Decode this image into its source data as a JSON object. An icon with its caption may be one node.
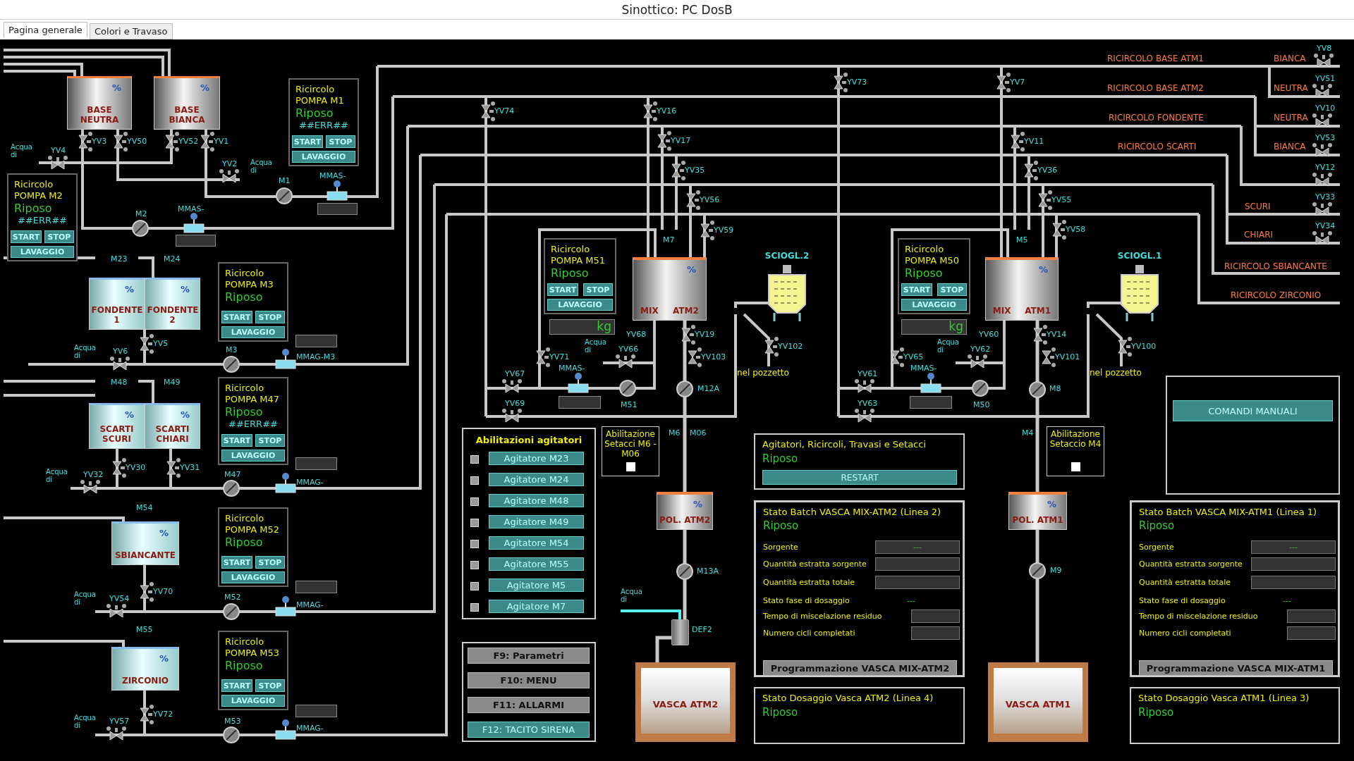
{
  "diagram": {
    "title": "Sinottico: PC DosB",
    "nodes": [
      {
        "text": [
          "%",
          "BASE NEUTRA"
        ]
      },
      {
        "text": [
          "%",
          "BASE BIANCA"
        ]
      },
      {
        "text": [
          "Ricircolo POMPA M1",
          "Riposo",
          "##ERR##"
        ]
      },
      {
        "text": [
          "START"
        ],
        "in": 2
      },
      {
        "text": [
          "STOP"
        ],
        "in": 2
      },
      {
        "text": [
          "LAVAGGIO"
        ],
        "in": 2
      },
      {
        "text": [
          "Ricircolo POMPA M2",
          "Riposo",
          "##ERR##"
        ]
      },
      {
        "text": [
          "START"
        ],
        "in": 6
      },
      {
        "text": [
          "STOP"
        ],
        "in": 6
      },
      {
        "text": [
          "LAVAGGIO"
        ],
        "in": 6
      },
      {
        "text": [
          "%",
          "FONDENTE 1"
        ]
      },
      {
        "text": [
          "%",
          "FONDENTE 2"
        ]
      },
      {
        "text": [
          "Ricircolo POMPA M3",
          "Riposo"
        ]
      },
      {
        "text": [
          "START"
        ],
        "in": 12
      },
      {
        "text": [
          "STOP"
        ],
        "in": 12
      },
      {
        "text": [
          "LAVAGGIO"
        ],
        "in": 12
      },
      {
        "text": [
          "%",
          "SCARTI SCURI"
        ]
      },
      {
        "text": [
          "%",
          "SCARTI CHIARI"
        ]
      },
      {
        "text": [
          "Ricircolo POMPA M47",
          "Riposo",
          "##ERR##"
        ]
      },
      {
        "text": [
          "START"
        ],
        "in": 18
      },
      {
        "text": [
          "STOP"
        ],
        "in": 18
      },
      {
        "text": [
          "LAVAGGIO"
        ],
        "in": 18
      },
      {
        "text": [
          "%",
          "SBIANCANTE"
        ]
      },
      {
        "text": [
          "Ricircolo POMPA M52",
          "Riposo"
        ]
      },
      {
        "text": [
          "START"
        ],
        "in": 23
      },
      {
        "text": [
          "STOP"
        ],
        "in": 23
      },
      {
        "text": [
          "LAVAGGIO"
        ],
        "in": 23
      },
      {
        "text": [
          "%",
          "ZIRCONIO"
        ]
      },
      {
        "text": [
          "Ricircolo POMPA M53",
          "Riposo"
        ]
      },
      {
        "text": [
          "START"
        ],
        "in": 28
      },
      {
        "text": [
          "STOP"
        ],
        "in": 28
      },
      {
        "text": [
          "LAVAGGIO"
        ],
        "in": 28
      },
      {
        "text": [
          "Ricircolo POMPA M51",
          "Riposo"
        ]
      },
      {
        "text": [
          "START"
        ],
        "in": 32
      },
      {
        "text": [
          "STOP"
        ],
        "in": 32
      },
      {
        "text": [
          "LAVAGGIO"
        ],
        "in": 32
      },
      {
        "text": [
          "kg"
        ]
      },
      {
        "text": [
          "%",
          "MIX",
          "ATM2"
        ]
      },
      {
        "text": [
          "SCIOGL.2"
        ]
      },
      {
        "text": [
          "Ricircolo POMPA M50",
          "Riposo"
        ]
      },
      {
        "text": [
          "START"
        ],
        "in": 39
      },
      {
        "text": [
          "STOP"
        ],
        "in": 39
      },
      {
        "text": [
          "LAVAGGIO"
        ],
        "in": 39
      },
      {
        "text": [
          "kg"
        ]
      },
      {
        "text": [
          "%",
          "MIX",
          "ATM1"
        ]
      },
      {
        "text": [
          "SCIOGL.1"
        ]
      },
      {
        "text": [
          "Abilitazioni agitatori"
        ]
      },
      {
        "text": [
          "Agitatore M23"
        ],
        "in": 46
      },
      {
        "text": [
          "Agitatore M24"
        ],
        "in": 46
      },
      {
        "text": [
          "Agitatore M48"
        ],
        "in": 46
      },
      {
        "text": [
          "Agitatore M49"
        ],
        "in": 46
      },
      {
        "text": [
          "Agitatore M54"
        ],
        "in": 46
      },
      {
        "text": [
          "Agitatore M55"
        ],
        "in": 46
      },
      {
        "text": [
          "Agitatore M5"
        ],
        "in": 46
      },
      {
        "text": [
          "Agitatore M7"
        ],
        "in": 46
      },
      {
        "text": [
          "Abilitazione Setacci M6 - M06"
        ]
      },
      {
        "text": [
          "Agitatori, Ricircoli, Travasi e Setacci",
          "Riposo"
        ]
      },
      {
        "text": [
          "RESTART"
        ],
        "in": 56
      },
      {
        "text": [
          "Abilitazione Setaccio M4"
        ]
      },
      {
        "text": [],
        "shape": "box"
      },
      {
        "text": [
          "COMANDI MANUALI"
        ],
        "in": 59
      },
      {
        "text": [
          "%",
          "POL. ATM2"
        ]
      },
      {
        "text": [
          "%",
          "POL. ATM1"
        ]
      },
      {
        "text": [
          "Stato Batch VASCA MIX-ATM2 (Linea 2)",
          "Riposo",
          "Sorgente",
          "---",
          "Quantità estratta sorgente",
          "Quantità estratta totale",
          "Stato fase di dosaggio",
          "---",
          "Tempo di miscelazione residuo",
          "Numero cicli completati"
        ]
      },
      {
        "text": [
          "Programmazione VASCA MIX-ATM2"
        ],
        "in": 63
      },
      {
        "text": [
          "Stato Batch VASCA MIX-ATM1 (Linea 1)",
          "Riposo",
          "Sorgente",
          "---",
          "Quantità estratta sorgente",
          "Quantità estratta totale",
          "Stato fase di dosaggio",
          "---",
          "Tempo di miscelazione residuo",
          "Numero cicli completati"
        ]
      },
      {
        "text": [
          "Programmazione VASCA MIX-ATM1"
        ],
        "in": 65
      },
      {
        "text": [],
        "shape": "box",
        "beside": [
          "DEF2"
        ]
      },
      {
        "text": [],
        "shape": "box"
      },
      {
        "text": [
          "F9: Parametri"
        ],
        "in": 68
      },
      {
        "text": [
          "F10: MENU"
        ],
        "in": 68
      },
      {
        "text": [
          "F11: ALLARMI"
        ],
        "in": 68
      },
      {
        "text": [
          "F12: TACITO SIRENA"
        ],
        "in": 68
      },
      {
        "text": [
          "VASCA ATM2"
        ]
      },
      {
        "text": [
          "Stato Dosaggio Vasca ATM2 (Linea 4)",
          "Riposo"
        ]
      },
      {
        "text": [
          "VASCA ATM1"
        ]
      },
      {
        "text": [
          "Stato Dosaggio Vasca ATM1 (Linea 3)",
          "Riposo"
        ]
      }
    ],
    "edges": [
      {
        "from": 37,
        "to": 61,
        "arrow": "none"
      },
      {
        "from": 61,
        "to": 67,
        "arrow": "none"
      },
      {
        "from": 67,
        "to": 73,
        "arrow": "none"
      },
      {
        "from": 44,
        "to": 62,
        "arrow": "none"
      },
      {
        "from": 62,
        "to": 75,
        "arrow": "none"
      }
    ],
    "labels": [
      "Pagina generale",
      "Colori e Travaso",
      "Acqua di",
      "YV4",
      "YV3",
      "YV50",
      "YV52",
      "YV1",
      "YV2",
      "Acqua di",
      "M1",
      "MMAS-",
      "M2",
      "MMAS-",
      "M23",
      "M24",
      "YV5",
      "Acqua di",
      "YV6",
      "M3",
      "MMAG-M3",
      "M48",
      "M49",
      "YV30",
      "YV31",
      "Acqua di",
      "YV32",
      "M47",
      "MMAG-",
      "M54",
      "YV70",
      "Acqua di",
      "YV54",
      "M52",
      "MMAG-",
      "M55",
      "YV72",
      "Acqua di",
      "YV57",
      "M53",
      "MMAG-",
      "YV74",
      "YV16",
      "YV17",
      "YV35",
      "YV56",
      "YV59",
      "M7",
      "YV73",
      "YV7",
      "RICIRCOLO BASE ATM1",
      "BIANCA",
      "YV8",
      "RICIRCOLO BASE ATM2",
      "NEUTRA",
      "YV51",
      "RICIRCOLO FONDENTE",
      "NEUTRA",
      "YV10",
      "YV11",
      "RICIRCOLO SCARTI",
      "BIANCA",
      "YV53",
      "YV36",
      "YV12",
      "YV55",
      "SCURI",
      "YV33",
      "YV58",
      "CHIARI",
      "YV34",
      "M5",
      "RICIRCOLO SBIANCANTE",
      "RICIRCOLO ZIRCONIO",
      "YV68",
      "YV19",
      "YV102",
      "Acqua di",
      "YV66",
      "YV71",
      "YV103",
      "nel pozzetto",
      "MMAS-",
      "YV67",
      "M12A",
      "YV69",
      "M51",
      "YV60",
      "YV14",
      "YV100",
      "Acqua di",
      "YV62",
      "YV65",
      "YV101",
      "nel pozzetto",
      "MMAS-",
      "YV61",
      "M8",
      "YV63",
      "M50",
      "M6",
      "M06",
      "M4",
      "M13A",
      "Acqua di",
      "M9"
    ]
  }
}
